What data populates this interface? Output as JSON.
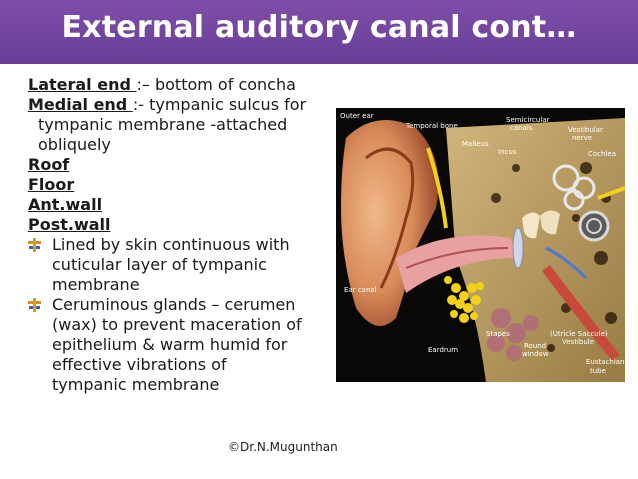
{
  "slide": {
    "title": "External auditory canal cont…",
    "lines": [
      {
        "label": "Lateral end ",
        "text": ":– bottom of concha"
      },
      {
        "label": "Medial end ",
        "text": ":- tympanic sulcus for",
        "cont": [
          "tympanic membrane -attached",
          "obliquely"
        ]
      }
    ],
    "headings": [
      "Roof",
      "Floor",
      "Ant.wall",
      "Post.wall"
    ],
    "bullets": [
      {
        "lines": [
          "Lined by skin continuous with",
          "cuticular layer of tympanic",
          "membrane"
        ]
      },
      {
        "lines": [
          "Ceruminous glands – cerumen",
          "(wax) to prevent maceration of",
          "epithelium & warm humid for",
          "effective vibrations of",
          "tympanic membrane"
        ]
      }
    ],
    "credit": "©Dr.N.Mugunthan"
  },
  "figure": {
    "labels": {
      "outer_ear": "Outer ear",
      "temporal_bone": "Temporal bone",
      "semicircular_canals_1": "Semicircular",
      "semicircular_canals_2": "canals",
      "vestibular_nerve_1": "Vestibular",
      "vestibular_nerve_2": "nerve",
      "malleus": "Malleus",
      "incus": "Incus",
      "cochlea": "Cochlea",
      "ear_canal": "Ear canal",
      "eardrum": "Eardrum",
      "stapes": "Stapes",
      "round_window_1": "Round",
      "round_window_2": "window",
      "utricle_saccule": "(Utricle  Saccule)",
      "vestibule": "Vestibule",
      "eustachian_tube_1": "Eustachian",
      "eustachian_tube_2": "tube"
    }
  }
}
